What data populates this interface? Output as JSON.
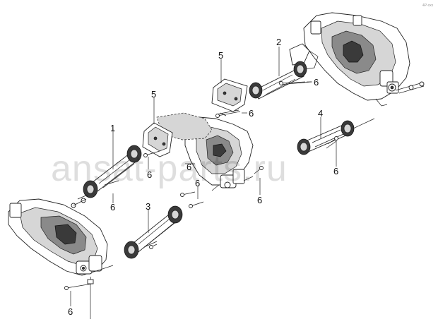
{
  "diagram": {
    "watermark": "ansat-parts.ru",
    "corner_mark": "4P-xxx",
    "callouts": [
      "1",
      "2",
      "3",
      "4",
      "5",
      "5",
      "6",
      "6",
      "6",
      "6",
      "6",
      "6",
      "6",
      "6",
      "6"
    ]
  }
}
